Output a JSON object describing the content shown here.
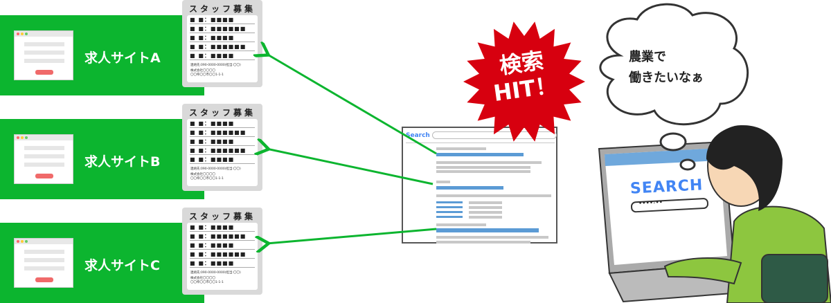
{
  "sites": [
    {
      "label": "求人サイトA"
    },
    {
      "label": "求人サイトB"
    },
    {
      "label": "求人サイトC"
    }
  ],
  "card": {
    "title": "スタッフ募集",
    "rows": [
      "■ ■：■■■■",
      "■ ■：■■■■■■",
      "■ ■：■■■■",
      "■ ■：■■■■■■",
      "■ ■：■■■■"
    ],
    "contact": "連絡先:090-0000-0000(担当:〇〇)",
    "company": "株式会社〇〇〇〇",
    "address": "〇〇県〇〇市〇〇1-1-1"
  },
  "serp": {
    "logo": "Search"
  },
  "burst": {
    "line1": "検索",
    "line2": "HIT！",
    "color": "#d7000f"
  },
  "thought": {
    "line1": "農業で",
    "line2": "働きたいなぁ"
  },
  "laptop": {
    "search_word": "SEARCH",
    "query": "••••-••"
  },
  "colors": {
    "green": "#0cb52f",
    "link_blue": "#5b9bd5",
    "shirt": "#8dc63f"
  }
}
